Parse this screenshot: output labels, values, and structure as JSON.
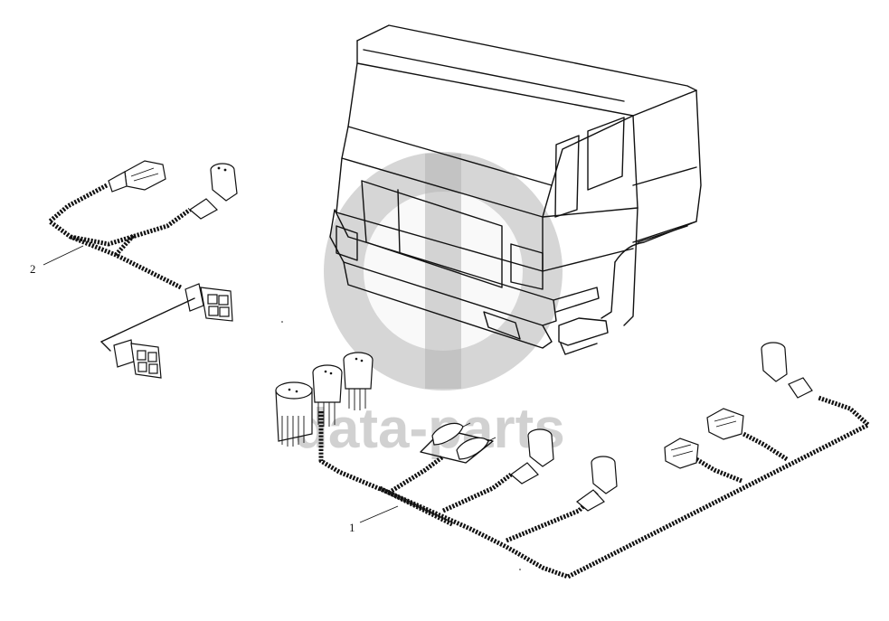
{
  "watermark": {
    "text": "data-parts",
    "color": "#b4b4b4"
  },
  "callouts": [
    {
      "id": "1",
      "label": "1"
    },
    {
      "id": "2",
      "label": "2"
    }
  ]
}
